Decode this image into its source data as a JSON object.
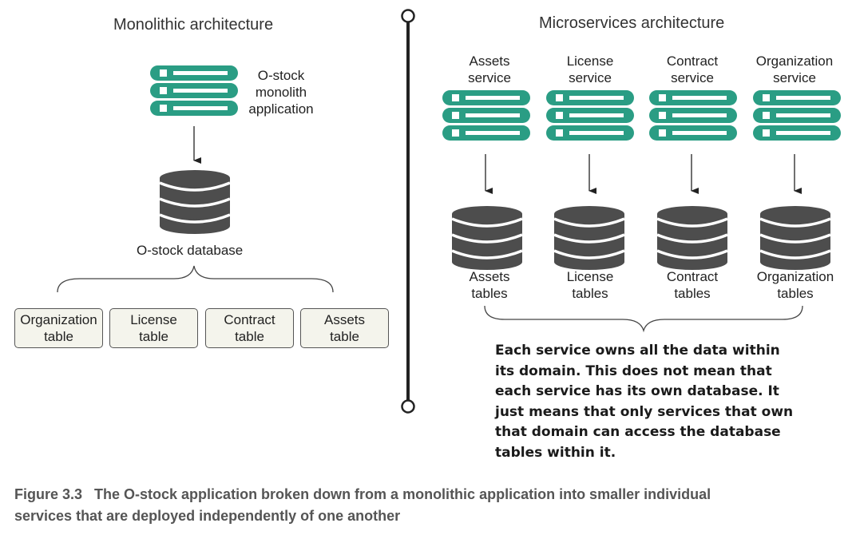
{
  "monolith": {
    "title": "Monolithic architecture",
    "app_label": [
      "O-stock",
      "monolith",
      "application"
    ],
    "database_label": "O-stock database",
    "tables": [
      {
        "line1": "Organization",
        "line2": "table"
      },
      {
        "line1": "License",
        "line2": "table"
      },
      {
        "line1": "Contract",
        "line2": "table"
      },
      {
        "line1": "Assets",
        "line2": "table"
      }
    ]
  },
  "microservices": {
    "title": "Microservices architecture",
    "services": [
      {
        "name1": "Assets",
        "name2": "service",
        "table1": "Assets",
        "table2": "tables"
      },
      {
        "name1": "License",
        "name2": "service",
        "table1": "License",
        "table2": "tables"
      },
      {
        "name1": "Contract",
        "name2": "service",
        "table1": "Contract",
        "table2": "tables"
      },
      {
        "name1": "Organization",
        "name2": "service",
        "table1": "Organization",
        "table2": "tables"
      }
    ],
    "note": [
      "Each service owns all the data within",
      "its domain. This does not mean that",
      "each service has its own database. It",
      "just means that only services that own",
      "that domain can access the database",
      "tables within it."
    ]
  },
  "caption": {
    "line1": "Figure 3.3   The O-stock application broken down from a monolithic application into smaller individual",
    "line2": "services that are deployed independently of one another"
  },
  "colors": {
    "server_green": "#2a9d84",
    "database_gray": "#4d4d4d",
    "table_fill": "#f4f4ec"
  },
  "icons": [
    "server-icon",
    "database-icon",
    "arrow-down-icon",
    "curly-brace"
  ]
}
